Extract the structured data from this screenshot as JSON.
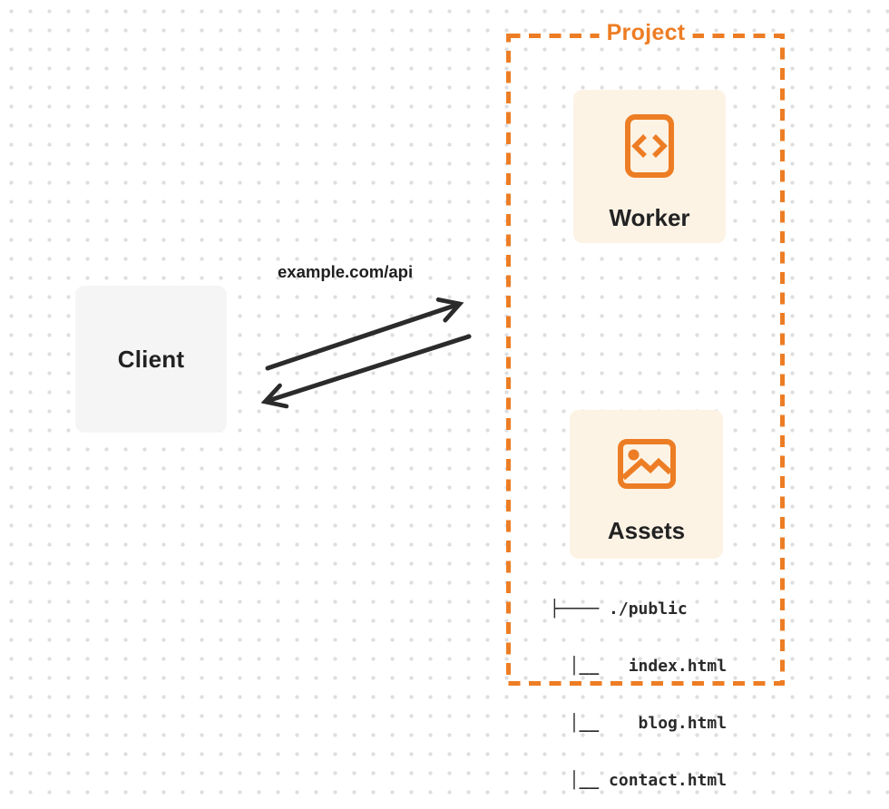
{
  "colors": {
    "bg": "#ffffff",
    "dots": "#dedee2",
    "accent": "#ED7D24",
    "card_cream": "#FDF3E5",
    "card_gray": "#F5F5F6",
    "ink": "#222222",
    "arrow": "#2B2B2B"
  },
  "diagram": {
    "client": {
      "label": "Client"
    },
    "request": {
      "label": "example.com/api"
    },
    "project": {
      "label": "Project",
      "worker": {
        "label": "Worker",
        "icon": "code-file-icon"
      },
      "assets": {
        "label": "Assets",
        "icon": "image-icon",
        "file_tree": {
          "root": "./public",
          "files": [
            "index.html",
            "blog.html",
            "contact.html"
          ],
          "ascii_lines": [
            "├──── ./public",
            "  │__   index.html",
            "  │__    blog.html",
            "  │__ contact.html"
          ]
        }
      }
    }
  }
}
